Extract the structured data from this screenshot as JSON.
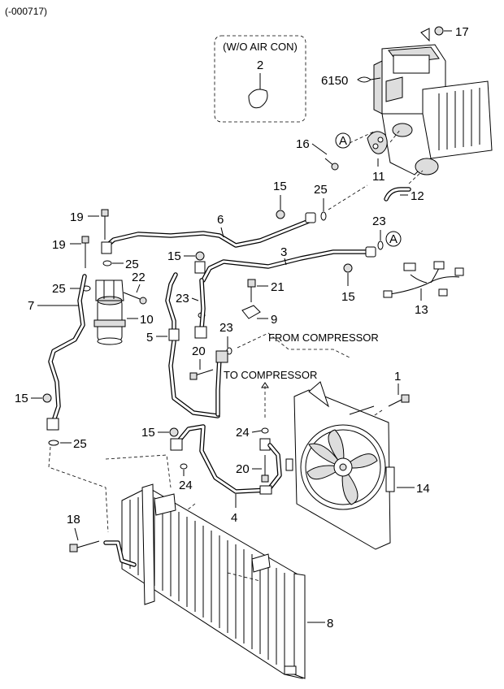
{
  "header": {
    "code": "(-000717)"
  },
  "inset": {
    "title": "(W/O AIR CON)"
  },
  "notes": {
    "from_compressor": "FROM COMPRESSOR",
    "to_compressor": "TO COMPRESSOR"
  },
  "callouts": {
    "c1": "1",
    "c2": "2",
    "c3": "3",
    "c4": "4",
    "c5": "5",
    "c6": "6",
    "c7": "7",
    "c8": "8",
    "c9": "9",
    "c10": "10",
    "c11": "11",
    "c12": "12",
    "c13": "13",
    "c14": "14",
    "c15a": "15",
    "c15b": "15",
    "c15c": "15",
    "c15d": "15",
    "c15e": "15",
    "c16": "16",
    "c17": "17",
    "c18": "18",
    "c19a": "19",
    "c19b": "19",
    "c20a": "20",
    "c20b": "20",
    "c21": "21",
    "c22": "22",
    "c23a": "23",
    "c23b": "23",
    "c23c": "23",
    "c24a": "24",
    "c24b": "24",
    "c25a": "25",
    "c25b": "25",
    "c25c": "25",
    "c25d": "25",
    "c6150": "6150"
  },
  "ref_markers": {
    "a1": "A",
    "a2": "A"
  }
}
